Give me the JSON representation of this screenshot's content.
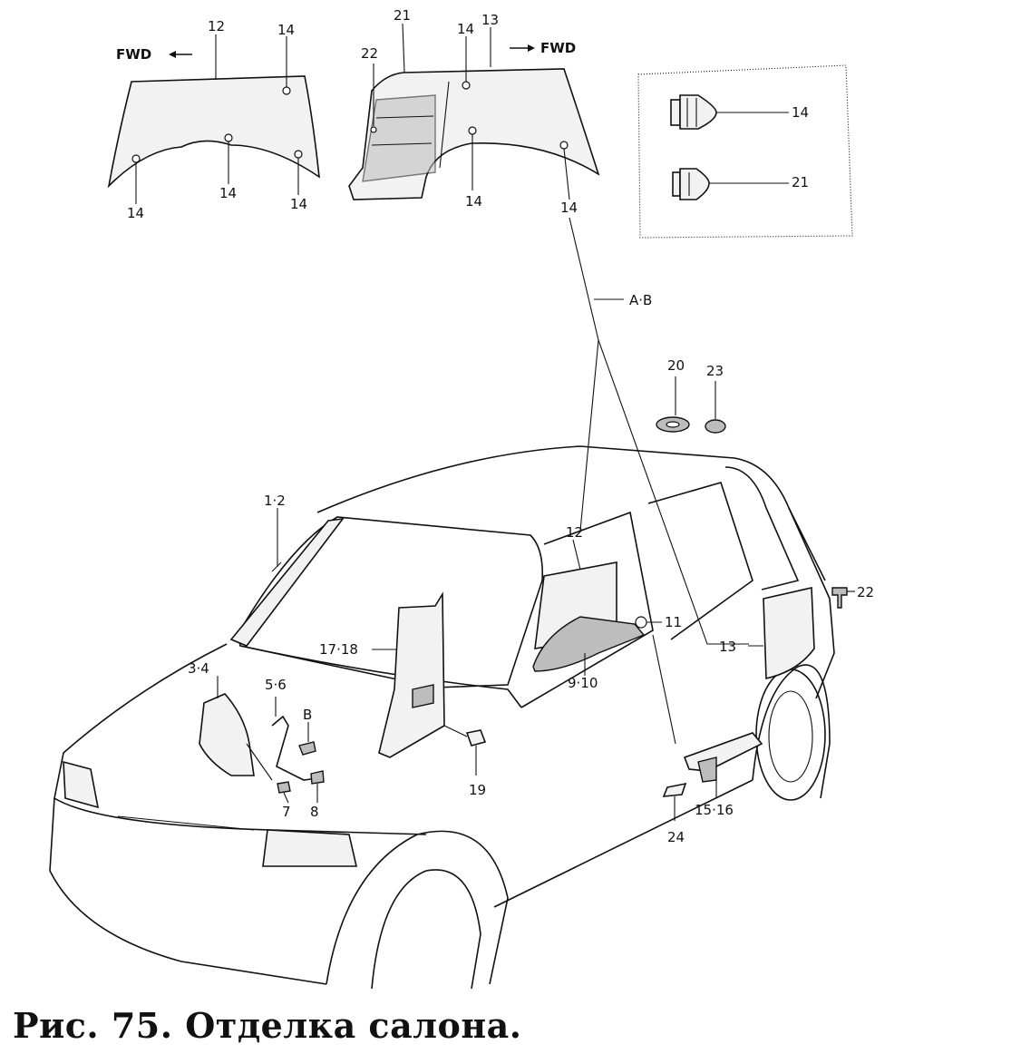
{
  "caption": "Рис. 75. Отделка салона.",
  "fwd_left": "FWD",
  "fwd_right": "FWD",
  "labels": {
    "p12_top": "12",
    "p14_a": "14",
    "p14_b": "14",
    "p14_c": "14",
    "p14_d": "14",
    "p21_top": "21",
    "p13_top": "13",
    "p14_e": "14",
    "p22_top": "22",
    "p14_f": "14",
    "p14_g": "14",
    "legend_14": "14",
    "legend_21": "21",
    "ab": "A·B",
    "p20": "20",
    "p23": "23",
    "p1_2": "1·2",
    "p12_car": "12",
    "p22_car": "22",
    "p11": "11",
    "p17_18": "17·18",
    "p13_car": "13",
    "p3_4": "3·4",
    "p5_6": "5·6",
    "pB": "B",
    "p9_10": "9·10",
    "p7": "7",
    "p8": "8",
    "p19": "19",
    "p15_16": "15·16",
    "p24": "24"
  }
}
